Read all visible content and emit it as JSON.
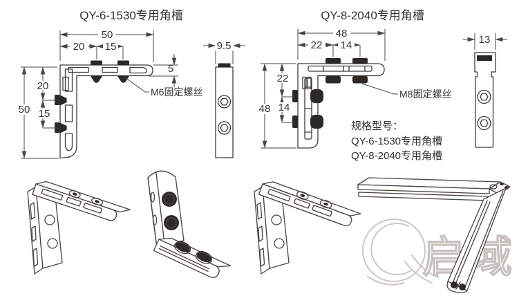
{
  "left_drawing": {
    "title": "QY-6-1530专用角槽",
    "dims": {
      "top_total": "50",
      "top_a": "20",
      "top_b": "15",
      "thickness": "5",
      "side_total": "50",
      "side_a": "20",
      "side_b": "15"
    },
    "screw_label": "M6固定螺丝",
    "side_view_width": "9.5"
  },
  "right_drawing": {
    "title": "QY-8-2040专用角槽",
    "dims": {
      "top_total": "48",
      "top_a": "22",
      "top_b": "14",
      "side_total": "48",
      "side_a": "22",
      "side_b": "14"
    },
    "screw_label": "M8固定螺丝",
    "side_view_width": "13"
  },
  "spec": {
    "heading": "规格型号：",
    "models": [
      "QY-6-1530专用角槽",
      "QY-8-2040专用角槽"
    ]
  },
  "watermark": {
    "brand": "启域"
  },
  "colors": {
    "line": "#3e3a37",
    "dark_fill": "#2c2826",
    "dimension": "#4a4743",
    "watermark": "#ccc7c3",
    "text": "#333333"
  }
}
